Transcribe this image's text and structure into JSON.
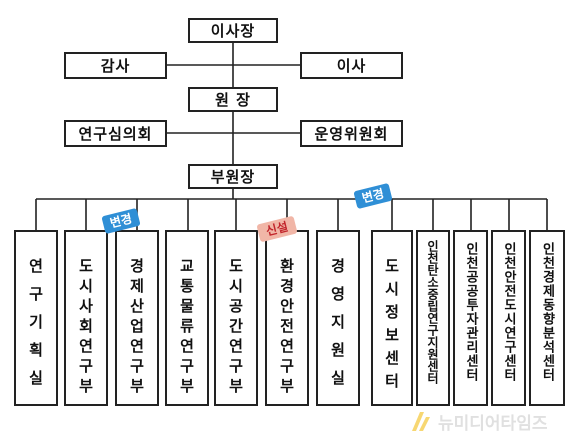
{
  "org": {
    "chair": "이사장",
    "auditor": "감사",
    "director": "이사",
    "president": "원 장",
    "research_council": "연구심의회",
    "operations_committee": "운영위원회",
    "vice_president": "부원장",
    "units": [
      "연구기획실",
      "도시사회연구부",
      "경제산업연구부",
      "교통물류연구부",
      "도시공간연구부",
      "환경안전연구부",
      "경영지원실",
      "도시정보센터",
      "인천탄소중립연구지원센터",
      "인천공공투자관리센터",
      "인천안전도시연구센터",
      "인천경제동향분석센터"
    ],
    "tags": {
      "changed_1": "변경",
      "new": "신설",
      "changed_2": "변경"
    }
  },
  "colors": {
    "line": "#222222",
    "tag_blue": "#2f8fd6",
    "tag_red_bg": "#f1b6a7",
    "tag_red_text": "#c2262c"
  },
  "watermark": "뉴미디어타임즈"
}
